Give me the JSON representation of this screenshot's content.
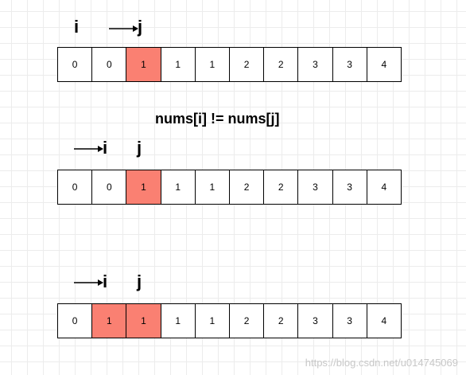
{
  "rows": [
    {
      "values": [
        "0",
        "0",
        "1",
        "1",
        "1",
        "2",
        "2",
        "3",
        "3",
        "4"
      ],
      "highlight": [
        2
      ],
      "labels": {
        "i": "i",
        "j": "j"
      }
    },
    {
      "values": [
        "0",
        "0",
        "1",
        "1",
        "1",
        "2",
        "2",
        "3",
        "3",
        "4"
      ],
      "highlight": [
        2
      ],
      "labels": {
        "i": "i",
        "j": "j"
      }
    },
    {
      "values": [
        "0",
        "1",
        "1",
        "1",
        "1",
        "2",
        "2",
        "3",
        "3",
        "4"
      ],
      "highlight": [
        1,
        2
      ],
      "labels": {
        "i": "i",
        "j": "j"
      }
    }
  ],
  "caption": "nums[i] != nums[j]",
  "watermark": "https://blog.csdn.net/u014745069",
  "colors": {
    "highlight": "#fa8072",
    "grid": "#ececec"
  }
}
